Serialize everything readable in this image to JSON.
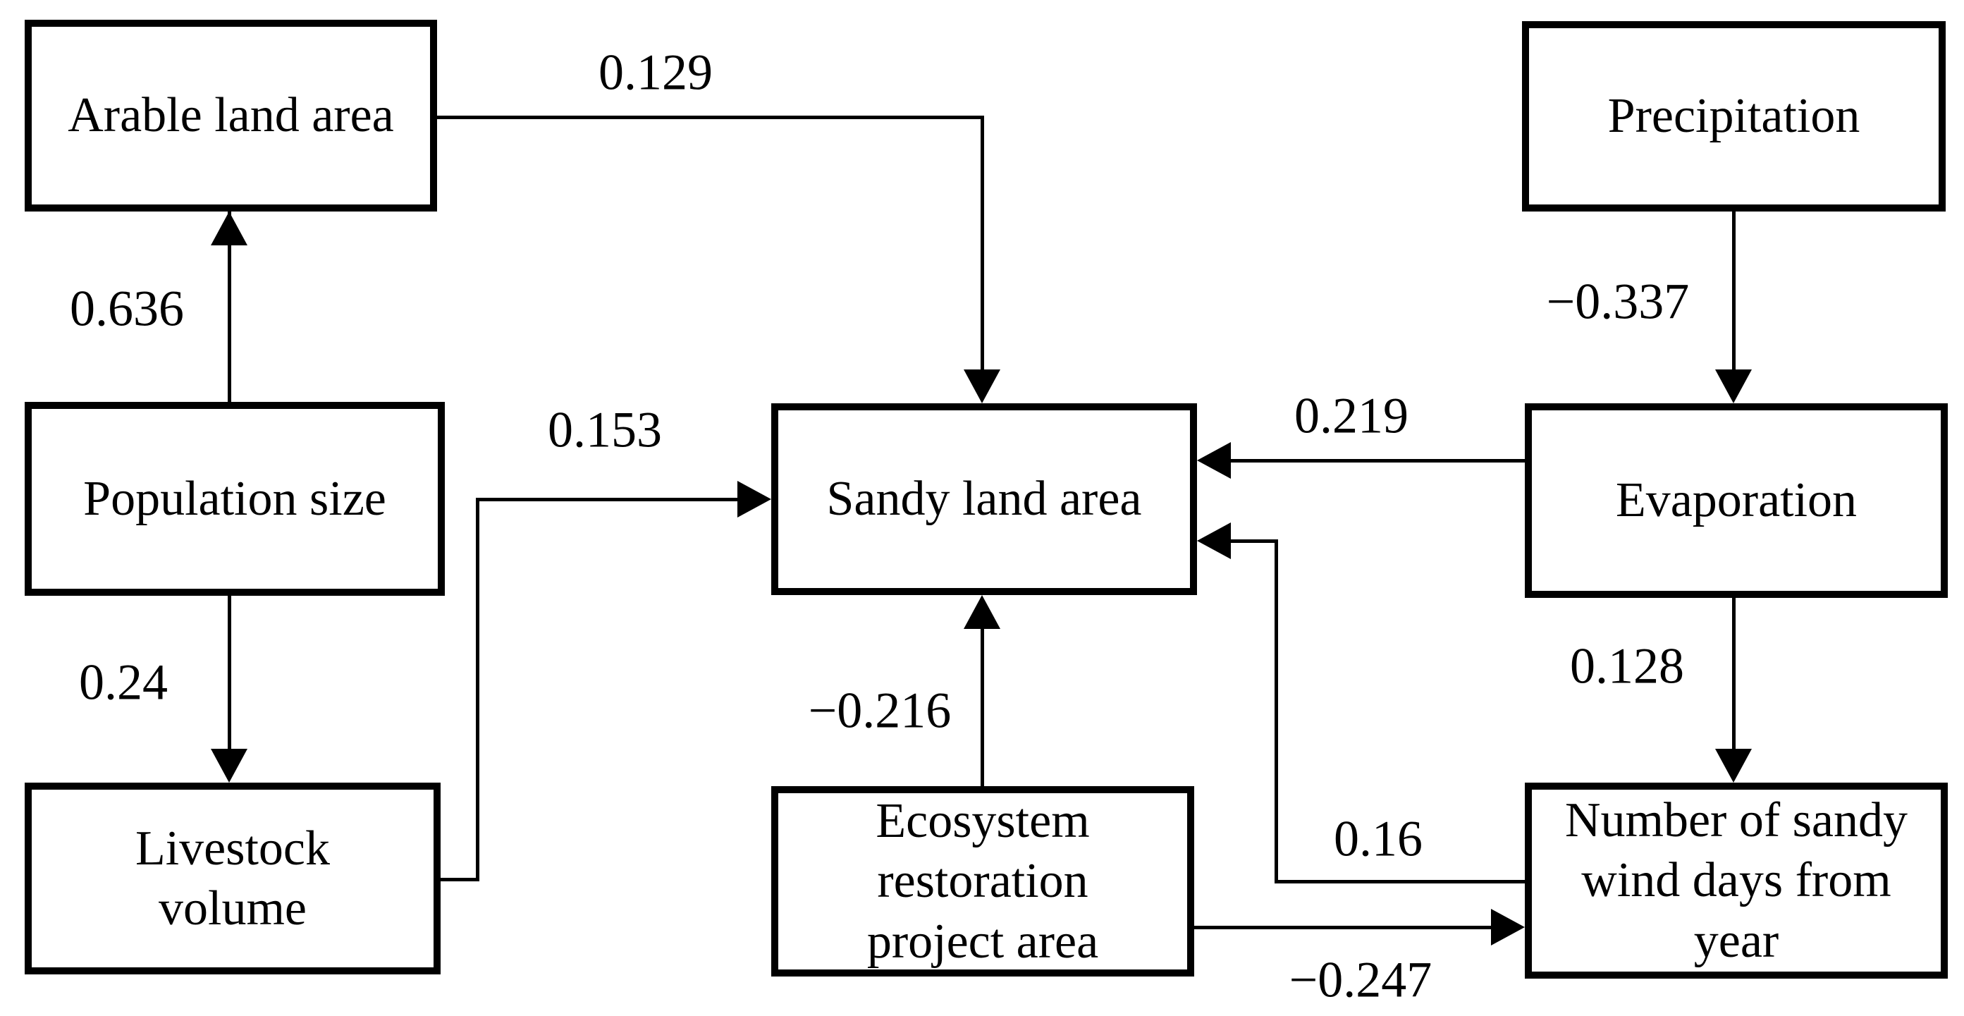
{
  "diagram": {
    "type": "path-analysis-flowchart",
    "background_color": "#ffffff",
    "line_color": "#000000",
    "nodes": {
      "arable": {
        "label": "Arable land area"
      },
      "population": {
        "label": "Population size"
      },
      "livestock": {
        "label": "Livestock volume"
      },
      "sandy": {
        "label": "Sandy land area"
      },
      "ecosystem": {
        "label": "Ecosystem restoration project area"
      },
      "precipitation": {
        "label": "Precipitation"
      },
      "evaporation": {
        "label": "Evaporation"
      },
      "winddays": {
        "label": "Number of sandy wind days from year"
      }
    },
    "edges": {
      "population_arable": {
        "source": "Population size",
        "target": "Arable land area",
        "coefficient": "0.636"
      },
      "population_livestock": {
        "source": "Population size",
        "target": "Livestock volume",
        "coefficient": "0.24"
      },
      "arable_sandy": {
        "source": "Arable land area",
        "target": "Sandy land area",
        "coefficient": "0.129"
      },
      "livestock_sandy": {
        "source": "Livestock volume",
        "target": "Sandy land area",
        "coefficient": "0.153"
      },
      "ecosystem_sandy": {
        "source": "Ecosystem restoration project area",
        "target": "Sandy land area",
        "coefficient": "−0.216"
      },
      "evaporation_sandy": {
        "source": "Evaporation",
        "target": "Sandy land area",
        "coefficient": "0.219"
      },
      "precipitation_evaporation": {
        "source": "Precipitation",
        "target": "Evaporation",
        "coefficient": "−0.337"
      },
      "evaporation_winddays": {
        "source": "Evaporation",
        "target": "Number of sandy wind days from year",
        "coefficient": "0.128"
      },
      "winddays_sandy": {
        "source": "Number of sandy wind days from year",
        "target": "Sandy land area",
        "coefficient": "0.16"
      },
      "ecosystem_winddays": {
        "source": "Ecosystem restoration project area",
        "target": "Number of sandy wind days from year",
        "coefficient": "−0.247"
      }
    }
  }
}
